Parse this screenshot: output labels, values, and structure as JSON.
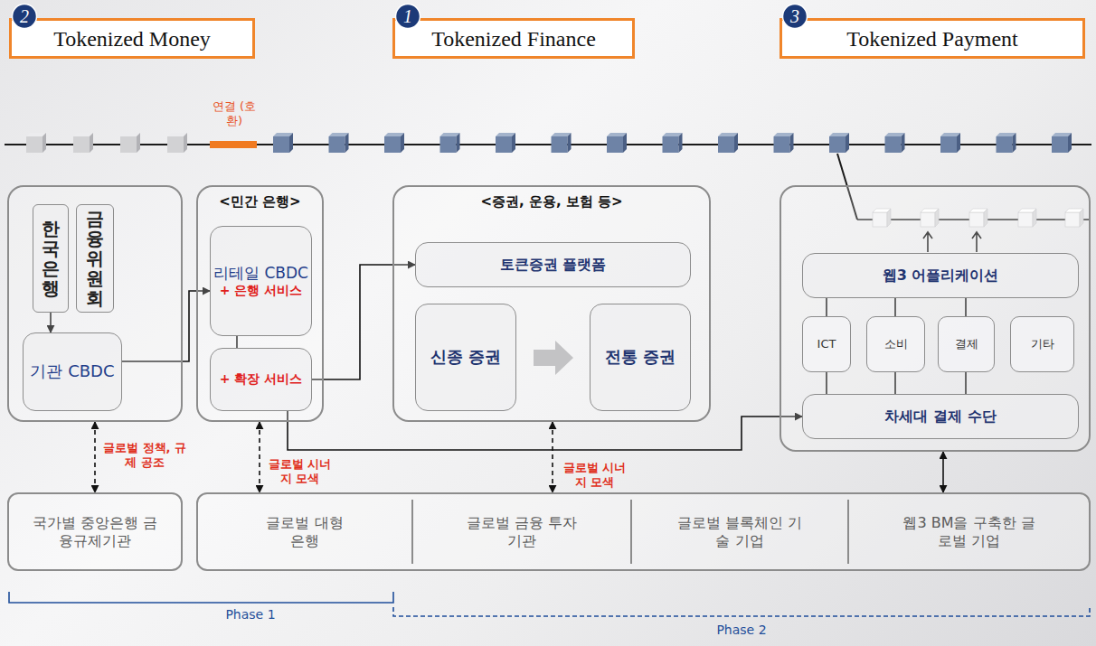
{
  "diagram": {
    "nodes": [
      {
        "text": [
          "2"
        ]
      },
      {
        "text": [
          "Tokenized Money"
        ]
      },
      {
        "text": [
          "1"
        ]
      },
      {
        "text": [
          "Tokenized Finance"
        ]
      },
      {
        "text": [
          "3"
        ]
      },
      {
        "text": [
          "Tokenized Payment"
        ]
      },
      {
        "text": []
      },
      {
        "text": [
          "한국은행"
        ],
        "in": 6
      },
      {
        "text": [
          "금융위원회"
        ],
        "in": 6
      },
      {
        "text": [
          "기관 CBDC"
        ],
        "in": 6
      },
      {
        "text": [
          "<민간 은행>"
        ]
      },
      {
        "text": [
          "리테일 CBDC",
          "+ 은행 서비스"
        ],
        "in": 10
      },
      {
        "text": [
          "+ 확장 서비스"
        ],
        "in": 10
      },
      {
        "text": [
          "<증권, 운용, 보험 등>"
        ]
      },
      {
        "text": [
          "토큰증권 플랫폼"
        ],
        "in": 13
      },
      {
        "text": [
          "신종 증권"
        ],
        "in": 13
      },
      {
        "text": [
          "전통 증권"
        ],
        "in": 13
      },
      {
        "text": []
      },
      {
        "text": [
          "웹3 어플리케이션"
        ],
        "in": 17
      },
      {
        "text": [
          "ICT"
        ],
        "in": 17
      },
      {
        "text": [
          "소비"
        ],
        "in": 17
      },
      {
        "text": [
          "결제"
        ],
        "in": 17
      },
      {
        "text": [
          "기타"
        ],
        "in": 17
      },
      {
        "text": [
          "차세대 결제 수단"
        ],
        "in": 17
      },
      {
        "text": [
          "국가별 중앙은행 금융규제기관"
        ]
      },
      {
        "text": []
      },
      {
        "text": [
          "글로벌 대형 은행"
        ],
        "in": 25
      },
      {
        "text": [
          "글로벌 금융 투자 기관"
        ],
        "in": 25
      },
      {
        "text": [
          "글로벌 블록체인 기술 기업"
        ],
        "in": 25
      },
      {
        "text": [
          "웹3 BM을 구축한 글로벌 기업"
        ],
        "in": 25
      }
    ],
    "edges": [
      {
        "from": 7,
        "to": 9,
        "arrow": "to"
      },
      {
        "from": 9,
        "to": 11,
        "arrow": "to"
      },
      {
        "from": 11,
        "to": 12,
        "arrow": "none"
      },
      {
        "from": 12,
        "to": 14,
        "arrow": "to"
      },
      {
        "from": 12,
        "to": 23,
        "arrow": "to"
      },
      {
        "from": 6,
        "to": 24,
        "label": "글로벌 정책, 규제 공조",
        "arrow": "both"
      },
      {
        "from": 10,
        "to": 25,
        "label": "글로벌 시너지 모색",
        "arrow": "both"
      },
      {
        "from": 13,
        "to": 25,
        "label": "글로벌 시너지 모색",
        "arrow": "both"
      },
      {
        "from": 17,
        "to": 25,
        "arrow": "both"
      },
      {
        "from": 18,
        "to": 19,
        "arrow": "none"
      },
      {
        "from": 18,
        "to": 20,
        "arrow": "none"
      },
      {
        "from": 18,
        "to": 21,
        "arrow": "none"
      },
      {
        "from": 19,
        "to": 23,
        "arrow": "none"
      },
      {
        "from": 20,
        "to": 23,
        "arrow": "none"
      },
      {
        "from": 21,
        "to": 23,
        "arrow": "none"
      }
    ],
    "labels": [
      "연결 (호환)",
      "Phase 1",
      "Phase 2"
    ]
  }
}
